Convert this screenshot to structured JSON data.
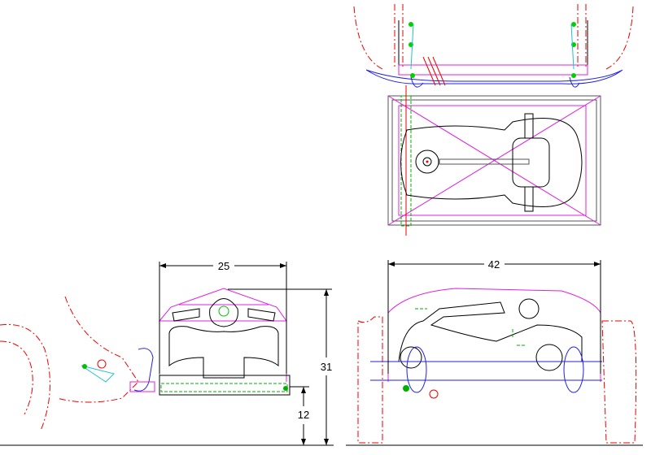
{
  "drawing": {
    "dimensions": {
      "front_width": "25",
      "side_length": "42",
      "overall_height": "31",
      "ground_clearance": "12"
    },
    "colors": {
      "outline": "#000000",
      "enclosure": "#e020e0",
      "vehicle": "#e00000",
      "hitch": "#2020e0",
      "bar": "#00b000"
    }
  }
}
